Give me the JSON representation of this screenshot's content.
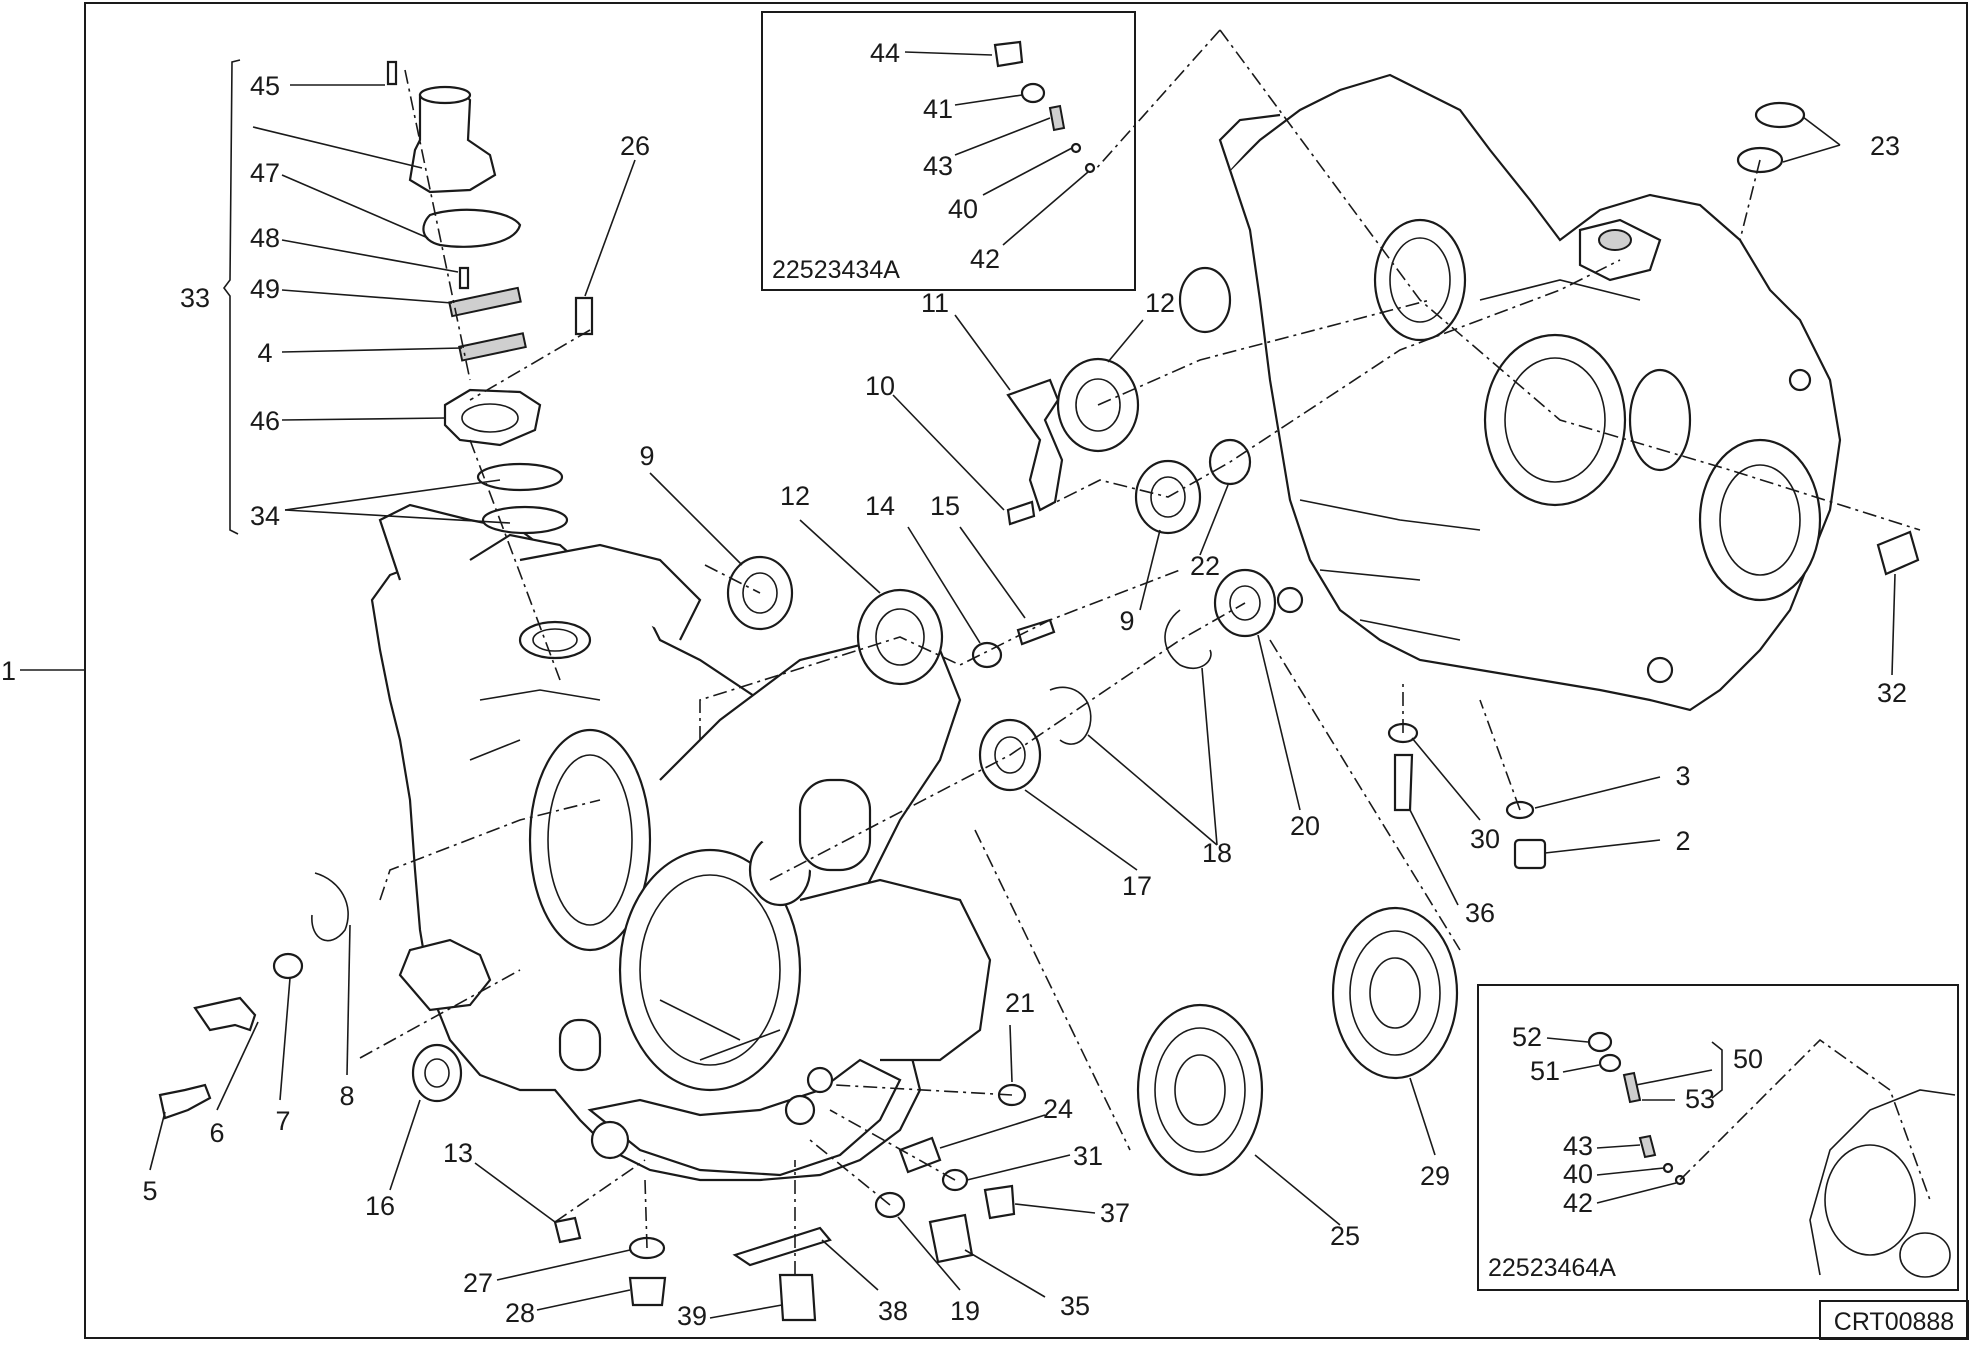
{
  "diagram": {
    "drawing_code": "CRT00888",
    "insets": [
      {
        "id": "upper-inset",
        "code": "22523434A"
      },
      {
        "id": "lower-inset",
        "code": "22523464A"
      }
    ],
    "callouts": [
      {
        "id": "c1",
        "label": "1"
      },
      {
        "id": "c2",
        "label": "2"
      },
      {
        "id": "c3",
        "label": "3"
      },
      {
        "id": "c4",
        "label": "4"
      },
      {
        "id": "c5",
        "label": "5"
      },
      {
        "id": "c6",
        "label": "6"
      },
      {
        "id": "c7",
        "label": "7"
      },
      {
        "id": "c8",
        "label": "8"
      },
      {
        "id": "c9a",
        "label": "9"
      },
      {
        "id": "c9b",
        "label": "9"
      },
      {
        "id": "c10",
        "label": "10"
      },
      {
        "id": "c11",
        "label": "11"
      },
      {
        "id": "c12a",
        "label": "12"
      },
      {
        "id": "c12b",
        "label": "12"
      },
      {
        "id": "c13",
        "label": "13"
      },
      {
        "id": "c14",
        "label": "14"
      },
      {
        "id": "c15",
        "label": "15"
      },
      {
        "id": "c16",
        "label": "16"
      },
      {
        "id": "c17",
        "label": "17"
      },
      {
        "id": "c18",
        "label": "18"
      },
      {
        "id": "c19",
        "label": "19"
      },
      {
        "id": "c20",
        "label": "20"
      },
      {
        "id": "c21",
        "label": "21"
      },
      {
        "id": "c22",
        "label": "22"
      },
      {
        "id": "c23",
        "label": "23"
      },
      {
        "id": "c24",
        "label": "24"
      },
      {
        "id": "c25",
        "label": "25"
      },
      {
        "id": "c26",
        "label": "26"
      },
      {
        "id": "c27",
        "label": "27"
      },
      {
        "id": "c28",
        "label": "28"
      },
      {
        "id": "c29",
        "label": "29"
      },
      {
        "id": "c30",
        "label": "30"
      },
      {
        "id": "c31",
        "label": "31"
      },
      {
        "id": "c32",
        "label": "32"
      },
      {
        "id": "c33",
        "label": "33"
      },
      {
        "id": "c34",
        "label": "34"
      },
      {
        "id": "c35",
        "label": "35"
      },
      {
        "id": "c36",
        "label": "36"
      },
      {
        "id": "c37",
        "label": "37"
      },
      {
        "id": "c38",
        "label": "38"
      },
      {
        "id": "c39",
        "label": "39"
      },
      {
        "id": "c40a",
        "label": "40"
      },
      {
        "id": "c40b",
        "label": "40"
      },
      {
        "id": "c41",
        "label": "41"
      },
      {
        "id": "c42a",
        "label": "42"
      },
      {
        "id": "c42b",
        "label": "42"
      },
      {
        "id": "c43a",
        "label": "43"
      },
      {
        "id": "c43b",
        "label": "43"
      },
      {
        "id": "c44",
        "label": "44"
      },
      {
        "id": "c45",
        "label": "45"
      },
      {
        "id": "c46",
        "label": "46"
      },
      {
        "id": "c47",
        "label": "47"
      },
      {
        "id": "c48",
        "label": "48"
      },
      {
        "id": "c49",
        "label": "49"
      },
      {
        "id": "c50",
        "label": "50"
      },
      {
        "id": "c51",
        "label": "51"
      },
      {
        "id": "c52",
        "label": "52"
      },
      {
        "id": "c53",
        "label": "53"
      }
    ]
  }
}
